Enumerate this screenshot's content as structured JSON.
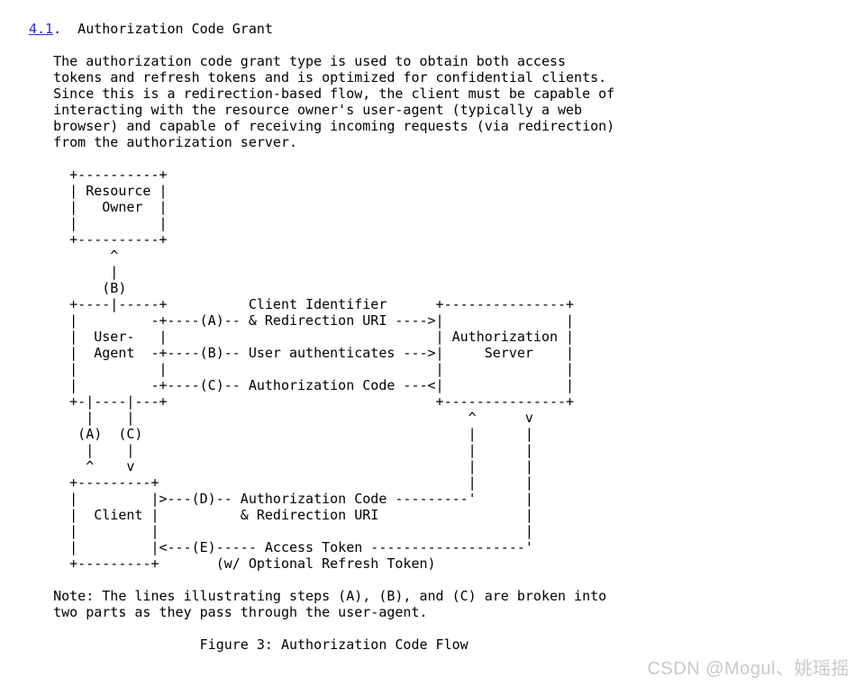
{
  "heading": {
    "section_link": "4.1",
    "rest": ".  Authorization Code Grant"
  },
  "intro_paragraph": "   The authorization code grant type is used to obtain both access\n   tokens and refresh tokens and is optimized for confidential clients.\n   Since this is a redirection-based flow, the client must be capable of\n   interacting with the resource owner's user-agent (typically a web\n   browser) and capable of receiving incoming requests (via redirection)\n   from the authorization server.",
  "diagram": {
    "art": "     +----------+\n     | Resource |\n     |   Owner  |\n     |          |\n     +----------+\n          ^\n          |\n         (B)\n     +----|-----+          Client Identifier      +---------------+\n     |         -+----(A)-- & Redirection URI ---->|               |\n     |  User-   |                                 | Authorization |\n     |  Agent  -+----(B)-- User authenticates --->|     Server    |\n     |          |                                 |               |\n     |         -+----(C)-- Authorization Code ---<|               |\n     +-|----|---+                                 +---------------+\n       |    |                                         ^      v\n      (A)  (C)                                        |      |\n       |    |                                         |      |\n       ^    v                                         |      |\n     +---------+                                      |      |\n     |         |>---(D)-- Authorization Code ---------'      |\n     |  Client |          & Redirection URI                  |\n     |         |                                             |\n     |         |<---(E)----- Access Token -------------------'\n     +---------+       (w/ Optional Refresh Token)",
    "entities": [
      "Resource Owner",
      "User-Agent",
      "Authorization Server",
      "Client"
    ],
    "steps": {
      "A": "Client Identifier & Redirection URI",
      "B": "User authenticates",
      "C": "Authorization Code",
      "D": "Authorization Code & Redirection URI",
      "E": "Access Token (w/ Optional Refresh Token)"
    }
  },
  "note": "   Note: The lines illustrating steps (A), (B), and (C) are broken into\n   two parts as they pass through the user-agent.",
  "figure_caption": "                     Figure 3: Authorization Code Flow",
  "watermark": "CSDN @Mogul、姚瑶摇",
  "colors": {
    "text": "#000000",
    "link": "#2b2bd0",
    "watermark": "#c8c8c8",
    "background": "#ffffff"
  }
}
